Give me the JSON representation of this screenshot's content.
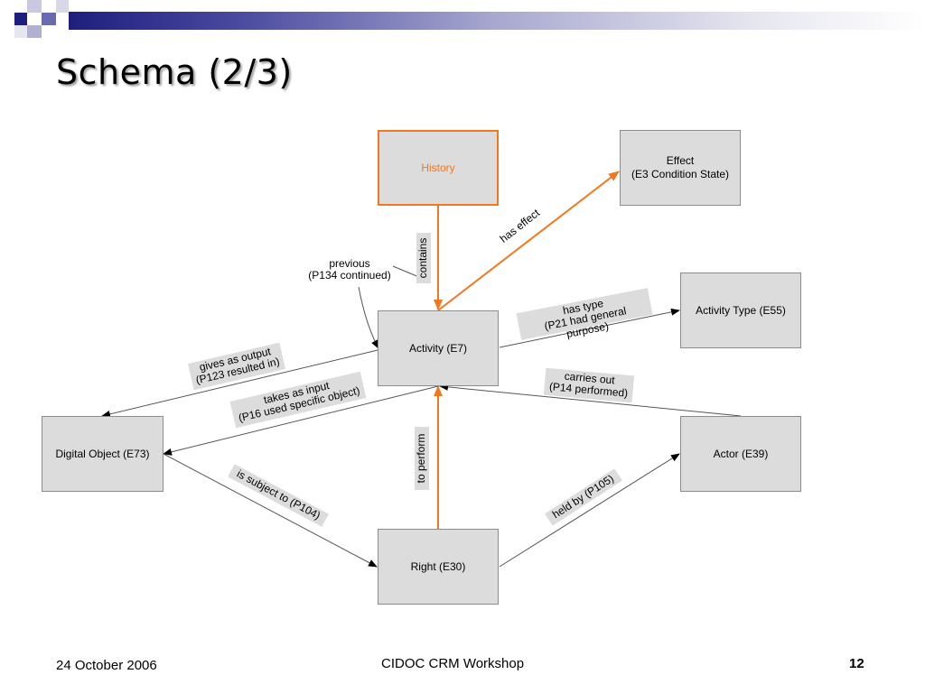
{
  "slide": {
    "title": "Schema (2/3)"
  },
  "nodes": {
    "history": "History",
    "effect": "Effect\n(E3 Condition State)",
    "activity": "Activity (E7)",
    "activity_type": "Activity Type (E55)",
    "digital_object": "Digital Object (E73)",
    "actor": "Actor (E39)",
    "right": "Right (E30)"
  },
  "edges": {
    "contains": "contains",
    "has_effect": "has effect",
    "previous": "previous\n(P134 continued)",
    "has_type": "has type\n(P21 had general purpose)",
    "gives_as_output": "gives as output\n(P123 resulted in)",
    "takes_as_input": "takes as input\n(P16 used specific object)",
    "carries_out": "carries out\n(P14 performed)",
    "to_perform": "to perform",
    "is_subject_to": "is subject to (P104)",
    "held_by": "held by (P105)"
  },
  "footer": {
    "date": "24 October 2006",
    "center": "CIDOC CRM Workshop",
    "page": "12"
  },
  "colors": {
    "highlight": "#f07820",
    "node_fill": "#dcdcdc",
    "header_dark": "#1e1e7e"
  }
}
